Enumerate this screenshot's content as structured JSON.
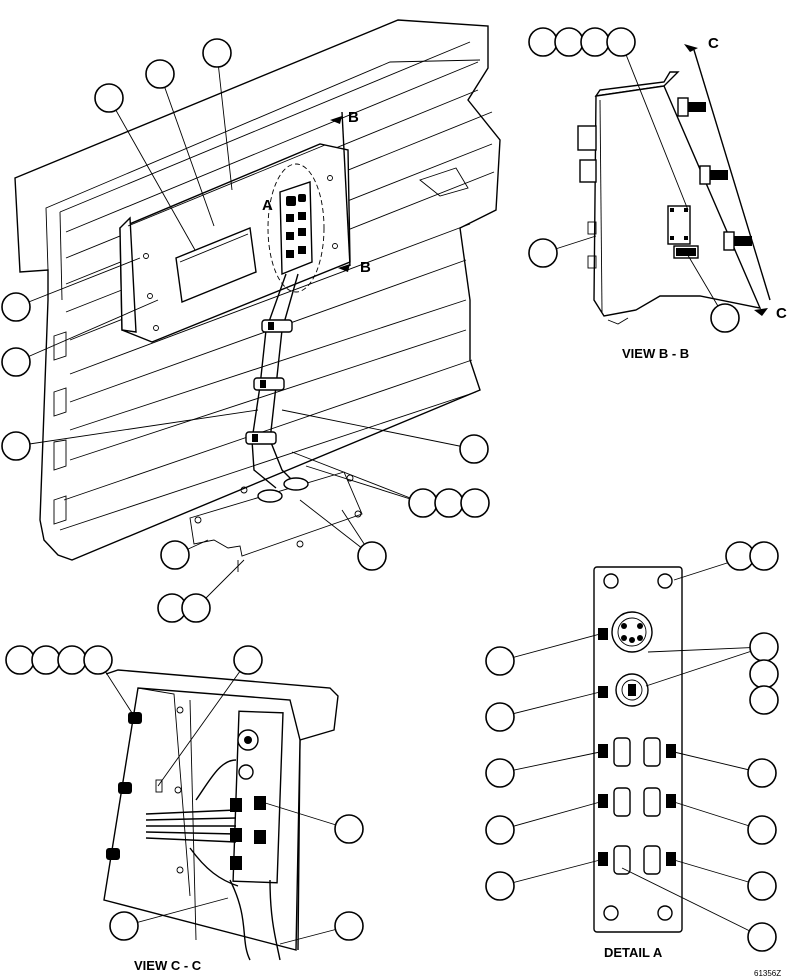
{
  "view_bb_label": "VIEW B - B",
  "view_cc_label": "VIEW C - C",
  "detail_a_label": "DETAIL A",
  "section_b_top": "B",
  "section_b_bottom": "B",
  "section_c_top": "C",
  "section_c_bottom": "C",
  "detail_marker": "A",
  "drawing_number": "61356Z"
}
